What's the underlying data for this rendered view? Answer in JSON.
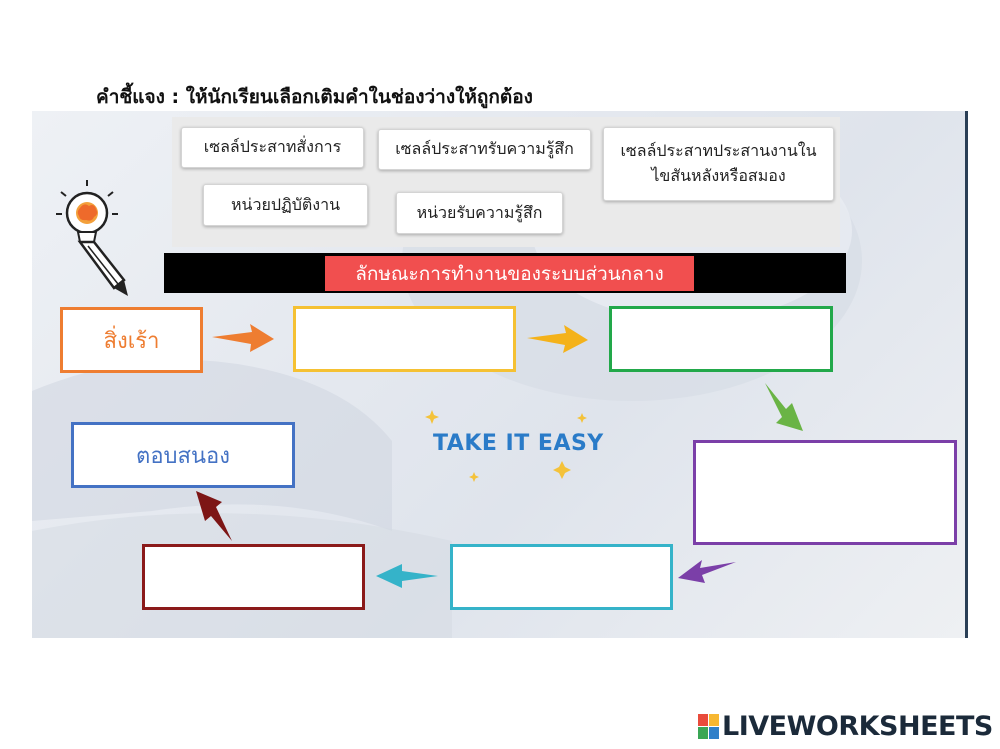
{
  "instruction": "คำชี้แจง : ให้นักเรียนเลือกเติมคำในช่องว่างให้ถูกต้อง",
  "word_bank": [
    {
      "label": "เซลล์ประสาทสั่งการ"
    },
    {
      "label": "เซลล์ประสาทรับความรู้สึก"
    },
    {
      "label": "เซลล์ประสาทประสานงานใน\nไขสันหลังหรือสมอง"
    },
    {
      "label": "หน่วยปฏิบัติงาน"
    },
    {
      "label": "หน่วยรับความรู้สึก"
    }
  ],
  "banner": "ลักษณะการทำงานของระบบส่วนกลาง",
  "flow": {
    "start": {
      "label": "สิ่งเร้า",
      "color": "#ee7d31"
    },
    "end": {
      "label": "ตอบสนอง",
      "color": "#4472c4"
    },
    "blank_colors": [
      "#f5c133",
      "#22a84a",
      "#7b3fa8",
      "#35b3c9",
      "#8b1a1a"
    ],
    "arrow_colors": [
      "#ee7d31",
      "#f4b21a",
      "#6ab445",
      "#7b3fa8",
      "#35b3c9",
      "#7d1515"
    ]
  },
  "tagline": "TAKE IT EASY",
  "brand": "LIVEWORKSHEETS"
}
